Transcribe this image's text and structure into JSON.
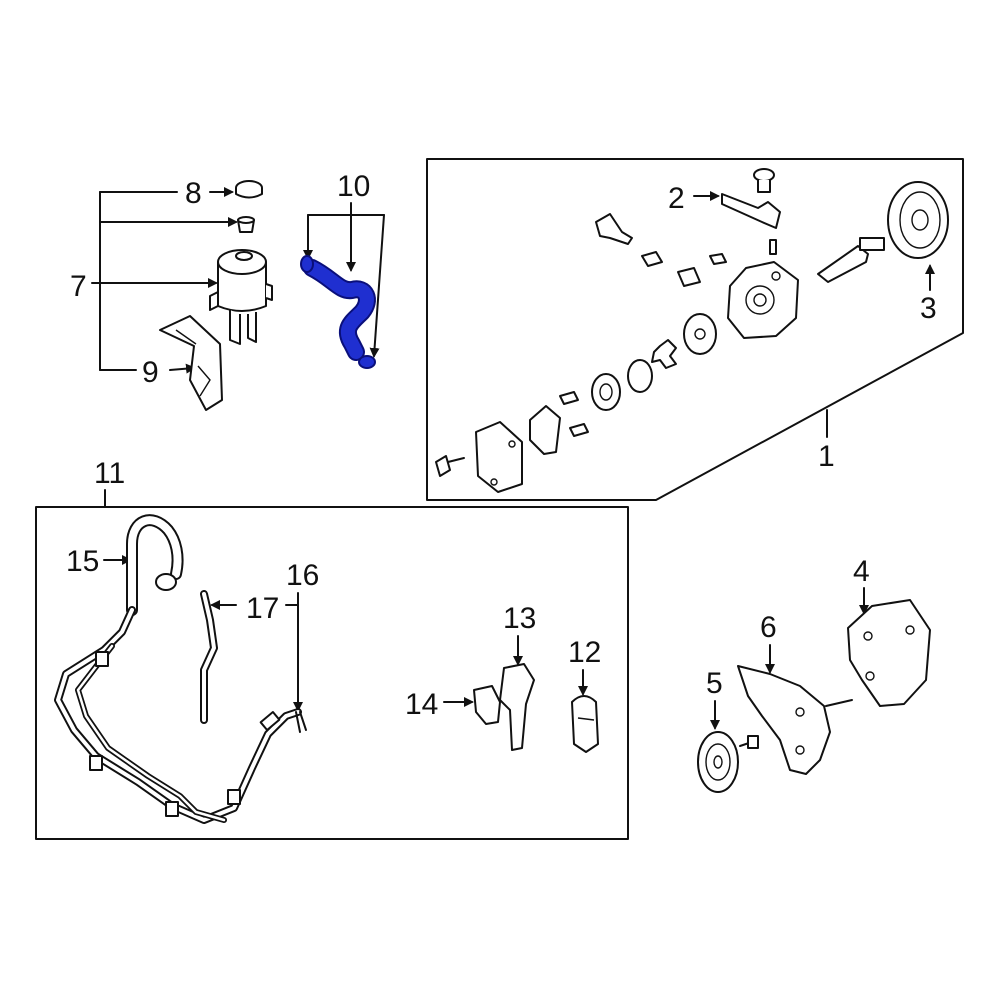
{
  "callouts": {
    "c1": "1",
    "c2": "2",
    "c3": "3",
    "c4": "4",
    "c5": "5",
    "c6": "6",
    "c7": "7",
    "c8": "8",
    "c9": "9",
    "c10": "10",
    "c11": "11",
    "c12": "12",
    "c13": "13",
    "c14": "14",
    "c15": "15",
    "c16": "16",
    "c17": "17"
  },
  "colors": {
    "line": "#111111",
    "highlight": "#1f2fd0",
    "highlight_outline": "#0a0f7a",
    "background": "#ffffff"
  },
  "highlighted_part": "10"
}
